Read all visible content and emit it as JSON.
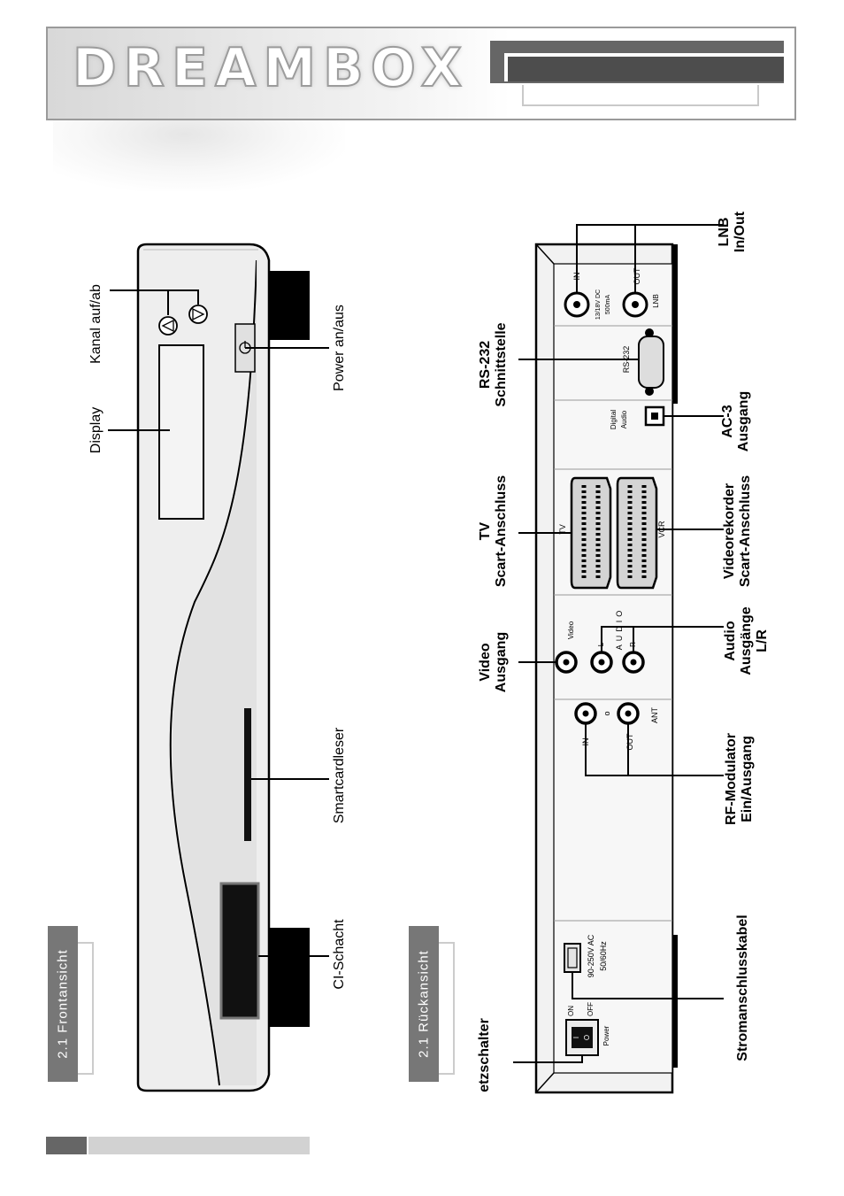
{
  "header": {
    "logo_text": "DREAMBOX"
  },
  "sections": {
    "front_title": "2.1 Frontansicht",
    "rear_title": "2.1 Rückansicht"
  },
  "front_labels": {
    "display": "Display",
    "channel": "Kanal auf/ab",
    "power": "Power an/aus",
    "smartcard": "Smartcardleser",
    "ci_slot": "CI-Schacht"
  },
  "rear_labels": {
    "lnb_line1": "LNB",
    "lnb_line2": "In/Out",
    "rs232_line1": "RS-232",
    "rs232_line2": "Schnittstelle",
    "ac3_line1": "AC-3",
    "ac3_line2": "Ausgang",
    "tv_line1": "TV",
    "tv_line2": "Scart-Anschluss",
    "vcr_line1": "Videorekorder",
    "vcr_line2": "Scart-Anschluss",
    "video_line1": "Video",
    "video_line2": "Ausgang",
    "audio_line1": "Audio",
    "audio_line2": "Ausgänge",
    "audio_line3": "L/R",
    "rf_line1": "RF-Modulator",
    "rf_line2": "Ein/Ausgang",
    "power_cable": "Stromanschlusskabel",
    "mains_switch": "etzschalter"
  },
  "panel_text": {
    "lnb_in": "IN",
    "lnb_out": "OUT",
    "lnb_name": "LNB",
    "lnb_spec1": "13/18V DC",
    "lnb_spec2": "500mA",
    "rs232": "RS-232",
    "digital": "Digital",
    "audio": "Audio",
    "tv": "TV",
    "vcr": "VCR",
    "video": "Video",
    "l": "L",
    "r": "R",
    "audio_vertical": "AUDIO",
    "rf_in": "IN",
    "rf_out": "OUT",
    "ant": "ANT",
    "rf_ch": "o",
    "volt1": "90-250V AC",
    "volt2": "50/60Hz",
    "on": "ON",
    "off": "OFF",
    "power": "Power",
    "switch_o": "O",
    "switch_i": "I"
  }
}
